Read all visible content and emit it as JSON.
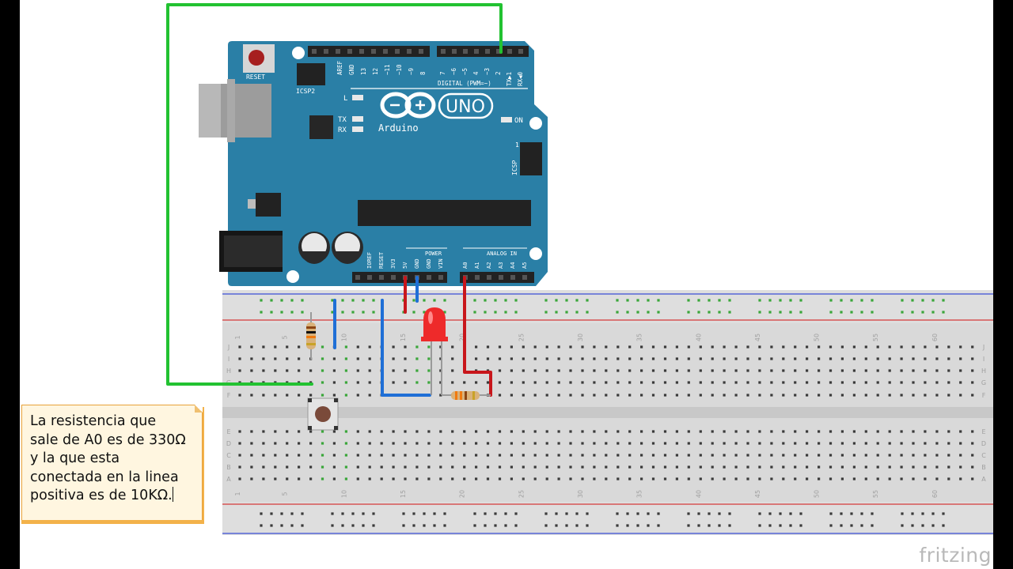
{
  "note": {
    "lines": [
      "La resistencia que",
      "sale de A0 es de 330Ω",
      "y  la que esta",
      "conectada en la linea",
      "positiva es de 10KΩ."
    ]
  },
  "brand": "fritzing",
  "arduino": {
    "reset_label": "RESET",
    "icsp2_label": "ICSP2",
    "icsp_label": "ICSP",
    "led_l": "L",
    "led_tx": "TX",
    "led_rx": "RX",
    "on_label": "ON",
    "logo_text": "Arduino",
    "uno_text": "UNO",
    "digital_label": "DIGITAL (PWM=~)",
    "power_label": "POWER",
    "analog_label": "ANALOG IN",
    "top_pins_left": [
      "AREF",
      "GND",
      "13",
      "12",
      "~11",
      "~10",
      "~9",
      "8"
    ],
    "top_pins_right": [
      "7",
      "~6",
      "~5",
      "4",
      "~3",
      "2",
      "TX▶1",
      "RX◀0"
    ],
    "power_pins": [
      "IOREF",
      "RESET",
      "3V3",
      "5V",
      "GND",
      "GND",
      "VIN"
    ],
    "analog_pins": [
      "A0",
      "A1",
      "A2",
      "A3",
      "A4",
      "A5"
    ],
    "icsp_one": "1"
  },
  "breadboard": {
    "column_numbers": [
      "1",
      "5",
      "10",
      "15",
      "20",
      "25",
      "30",
      "35",
      "40",
      "45",
      "50",
      "55",
      "60"
    ],
    "row_letters_top": [
      "J",
      "I",
      "H",
      "G",
      "F"
    ],
    "row_letters_bottom": [
      "E",
      "D",
      "C",
      "B",
      "A"
    ]
  },
  "colors": {
    "board": "#2a7fa6",
    "breadboard": "#d9d9d9",
    "wire_green": "#22c231",
    "wire_red": "#c8161b",
    "wire_blue": "#1f6fd6",
    "led": "#ee2a2a",
    "note_bg": "#fff6e0",
    "note_border": "#e8a23a"
  }
}
